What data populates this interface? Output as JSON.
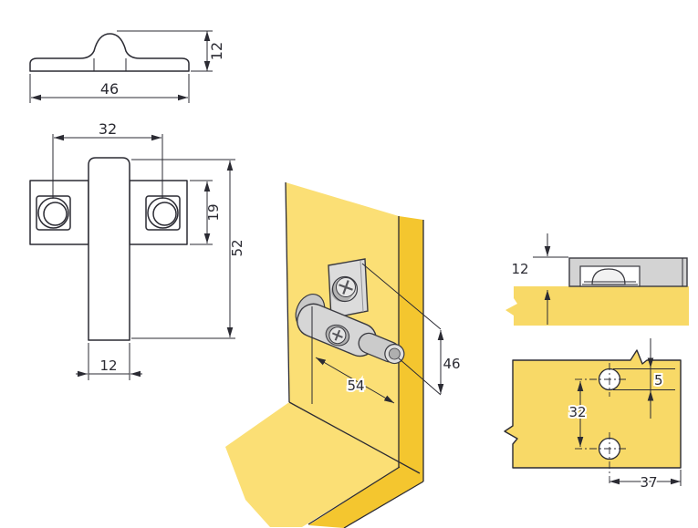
{
  "drawing": {
    "title": "corner-connector-fitting-technical-drawing",
    "views": {
      "profile": {
        "height": "12",
        "width": "46"
      },
      "front": {
        "hole_spacing": "32",
        "flange_height": "19",
        "total_height": "52",
        "stem_width": "12"
      },
      "iso": {
        "plate_length": "54",
        "height": "46"
      },
      "section": {
        "fitting_height": "12"
      },
      "drill": {
        "hole_spacing": "32",
        "hole_diameter": "5",
        "edge_distance": "37"
      }
    },
    "colors": {
      "panel_face": "#FBDF75",
      "panel_edge": "#F4C62F",
      "panel_flat": "#F8D967",
      "line": "#2B2B33"
    }
  }
}
